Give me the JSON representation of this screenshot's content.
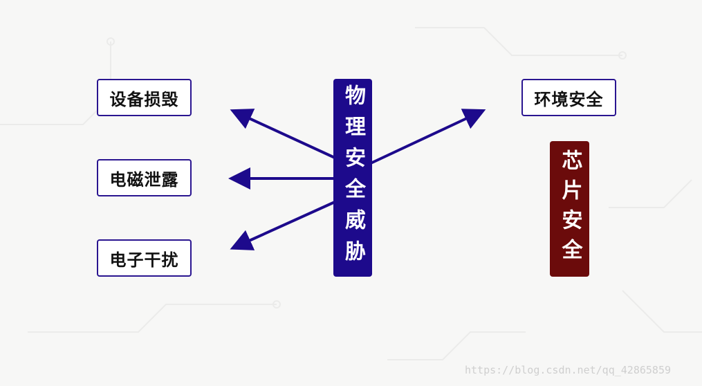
{
  "center": {
    "label": "物理安全威胁",
    "color": "#1d0a8c"
  },
  "left_items": [
    {
      "label": "设备损毁"
    },
    {
      "label": "电磁泄露"
    },
    {
      "label": "电子干扰"
    }
  ],
  "right_item": {
    "label": "环境安全"
  },
  "chip": {
    "label": "芯片安全",
    "color": "#6b0b0b"
  },
  "watermark": "https://blog.csdn.net/qq_42865859"
}
